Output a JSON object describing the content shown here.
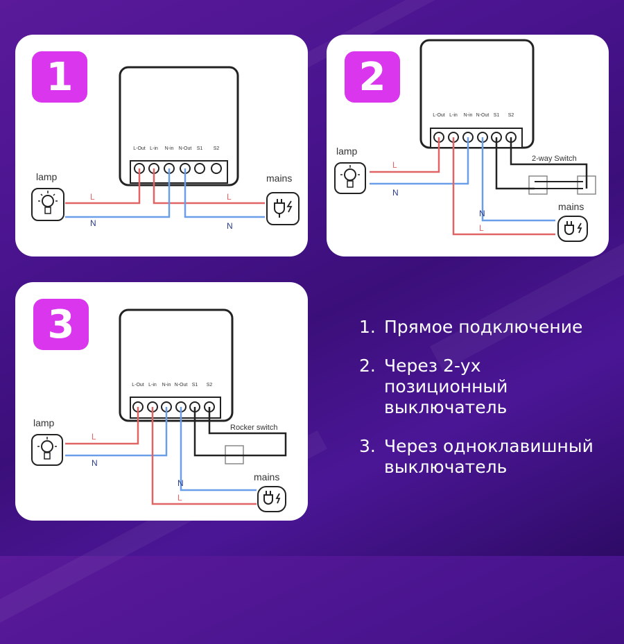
{
  "panels": [
    {
      "number": "1",
      "terminals": [
        "L-Out",
        "L-in",
        "N-in",
        "N-Out",
        "S1",
        "S2"
      ],
      "lamp_label": "lamp",
      "mains_label": "mains",
      "wire_labels": {
        "lamp_L": "L",
        "lamp_N": "N",
        "mains_L": "L",
        "mains_N": "N"
      }
    },
    {
      "number": "2",
      "terminals": [
        "L-Out",
        "L-in",
        "N-in",
        "N-Out",
        "S1",
        "S2"
      ],
      "lamp_label": "lamp",
      "mains_label": "mains",
      "switch_label": "2-way Switch",
      "wire_labels": {
        "lamp_L": "L",
        "lamp_N": "N",
        "mains_N": "N",
        "mains_L": "L"
      }
    },
    {
      "number": "3",
      "terminals": [
        "L-Out",
        "L-in",
        "N-in",
        "N-Out",
        "S1",
        "S2"
      ],
      "lamp_label": "lamp",
      "mains_label": "mains",
      "switch_label": "Rocker switch",
      "wire_labels": {
        "lamp_L": "L",
        "lamp_N": "N",
        "mains_N": "N",
        "mains_L": "L"
      }
    }
  ],
  "legend": [
    {
      "num": "1.",
      "text": "Прямое подключение"
    },
    {
      "num": "2.",
      "text": "Через 2-ух позиционный выключатель"
    },
    {
      "num": "3.",
      "text": "Через одноклавишный выключатель"
    }
  ],
  "colors": {
    "badge": "#d936ee",
    "live_wire": "#e06464",
    "neutral_wire": "#6a9ee8",
    "switch_wire": "#222222"
  }
}
